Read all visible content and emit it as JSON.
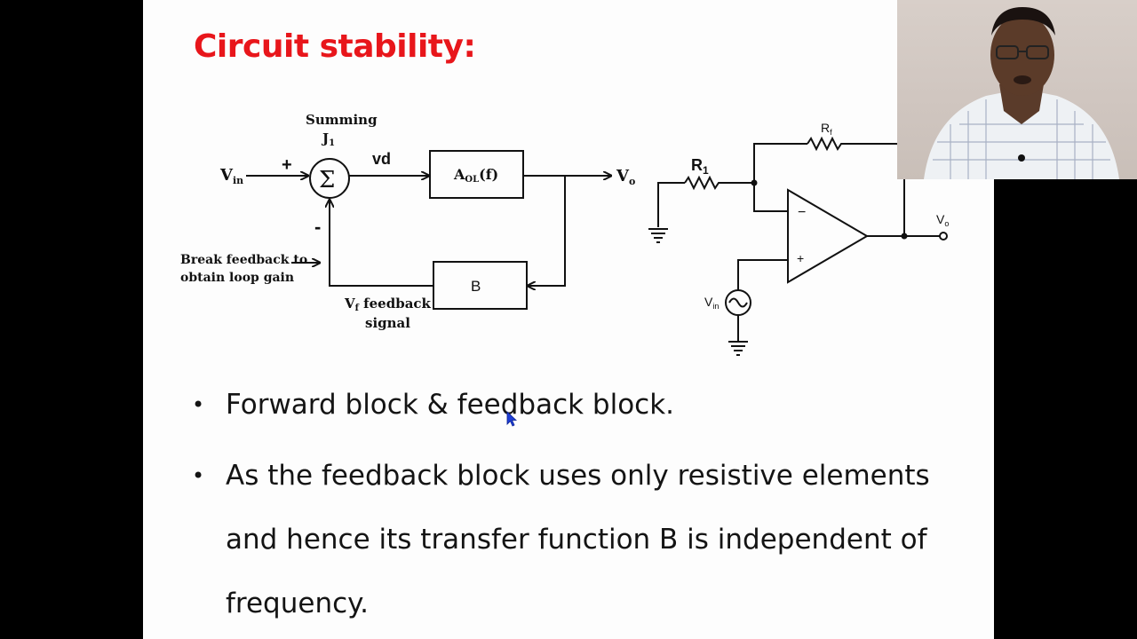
{
  "slide": {
    "title": "Circuit stability:",
    "bullets": [
      "Forward block & feedback block.",
      "As the feedback block uses only resistive elements and hence its transfer function B is independent of frequency."
    ]
  },
  "block_diagram": {
    "summing_label": "Summing",
    "summing_sub": "J",
    "summing_sub_index": "1",
    "summing_symbol": "Σ",
    "input_label": "V",
    "input_sub": "in",
    "plus_sign": "+",
    "minus_sign": "-",
    "error_label": "vd",
    "forward_block_label": "A",
    "forward_block_sub": "OL",
    "forward_block_arg": "(f)",
    "feedback_block_label": "B",
    "output_label": "V",
    "output_sub": "o",
    "break_note_line1": "Break feedback to",
    "break_note_line2": "obtain loop gain",
    "feedback_signal_line1": "V",
    "feedback_signal_sub": "f",
    "feedback_signal_line1_rest": " feedback",
    "feedback_signal_line2": "signal"
  },
  "circuit": {
    "r1_label": "R",
    "r1_sub": "1",
    "rf_label": "R",
    "rf_sub": "f",
    "minus_label": "−",
    "plus_label": "+",
    "vout_label": "V",
    "vout_sub": "o",
    "vin_label": "V",
    "vin_sub": "in"
  },
  "colors": {
    "title": "#e8161b",
    "slide_bg": "#fdfdfd",
    "frame_bg": "#000000",
    "cursor": "#1f3fd6"
  }
}
